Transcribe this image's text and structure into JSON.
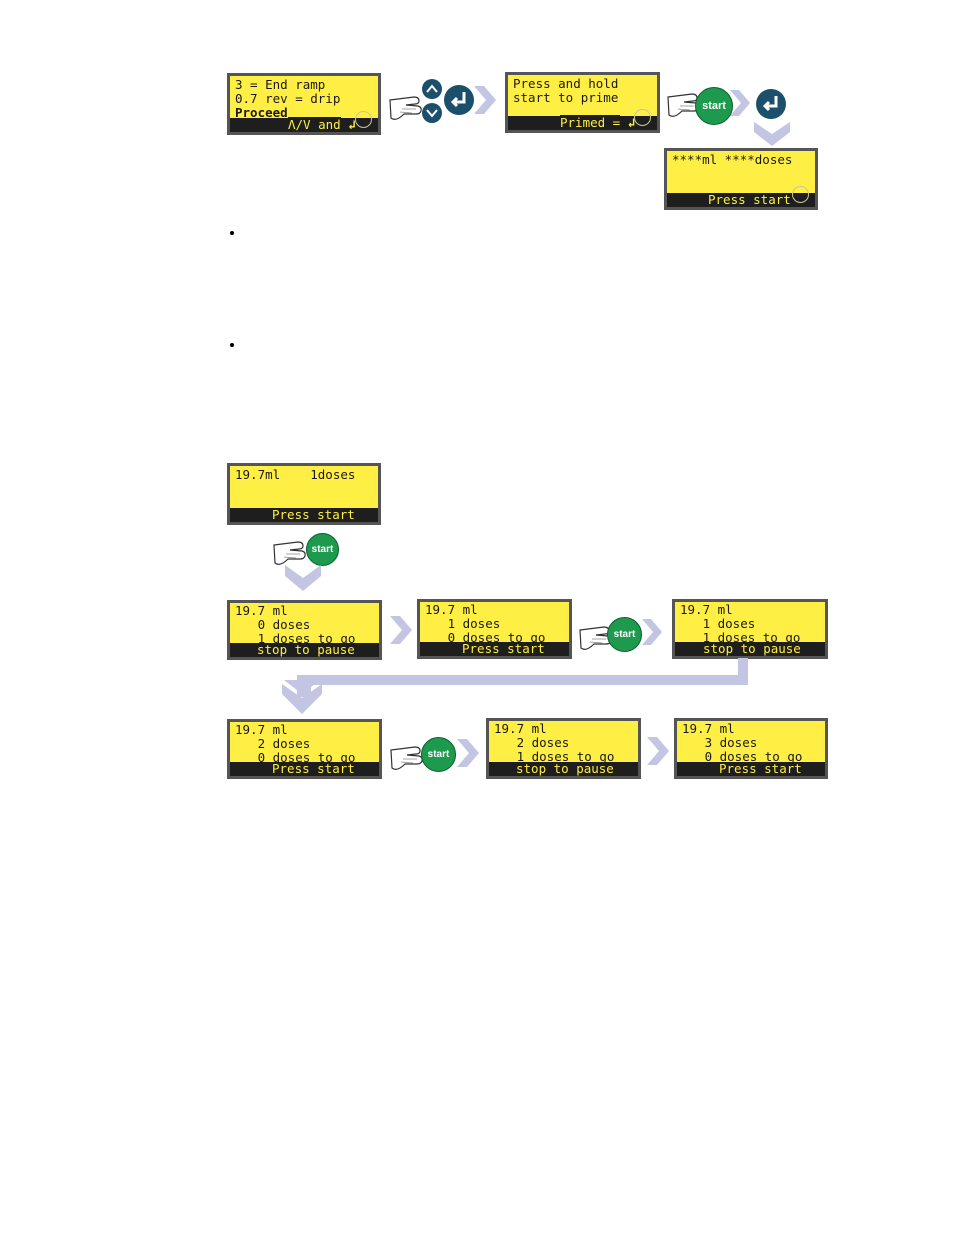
{
  "screens": {
    "end_ramp": {
      "line1": "3 = End ramp",
      "line2": "0.7 rev = drip",
      "line3": "Proceed",
      "bar": "Λ/V and"
    },
    "press_hold": {
      "line1": "Press and hold",
      "line2": "start to prime",
      "bar": "Primed ="
    },
    "ml_doses": {
      "line1": "****ml ****doses",
      "bar": "Press start"
    },
    "s1": {
      "line1": "19.7ml    1doses",
      "bar": "Press start"
    },
    "s2": {
      "line1": "19.7 ml",
      "line2": "   0 doses",
      "line3": "   1 doses to go",
      "bar": "stop to pause"
    },
    "s3": {
      "line1": "19.7 ml",
      "line2": "   1 doses",
      "line3": "   0 doses to go",
      "bar": "Press start"
    },
    "s4": {
      "line1": "19.7 ml",
      "line2": "   1 doses",
      "line3": "   1 doses to go",
      "bar": "stop to pause"
    },
    "s5": {
      "line1": "19.7 ml",
      "line2": "   2 doses",
      "line3": "   0 doses to go",
      "bar": "Press start"
    },
    "s6": {
      "line1": "19.7 ml",
      "line2": "   2 doses",
      "line3": "   1 doses to go",
      "bar": "stop to pause"
    },
    "s7": {
      "line1": "19.7 ml",
      "line2": "   3 doses",
      "line3": "   0 doses to go",
      "bar": "Press start"
    }
  },
  "buttons": {
    "start_label": "start",
    "up_icon": "chevron-up-icon",
    "down_icon": "chevron-down-icon",
    "enter_icon": "return-arrow-icon"
  },
  "colors": {
    "lcd_background": "#ffee44",
    "lcd_bar": "#1e1e1e",
    "start_button": "#1e9a4e",
    "nav_button": "#1b4f6b",
    "flow_arrow": "#c3c5e3"
  }
}
